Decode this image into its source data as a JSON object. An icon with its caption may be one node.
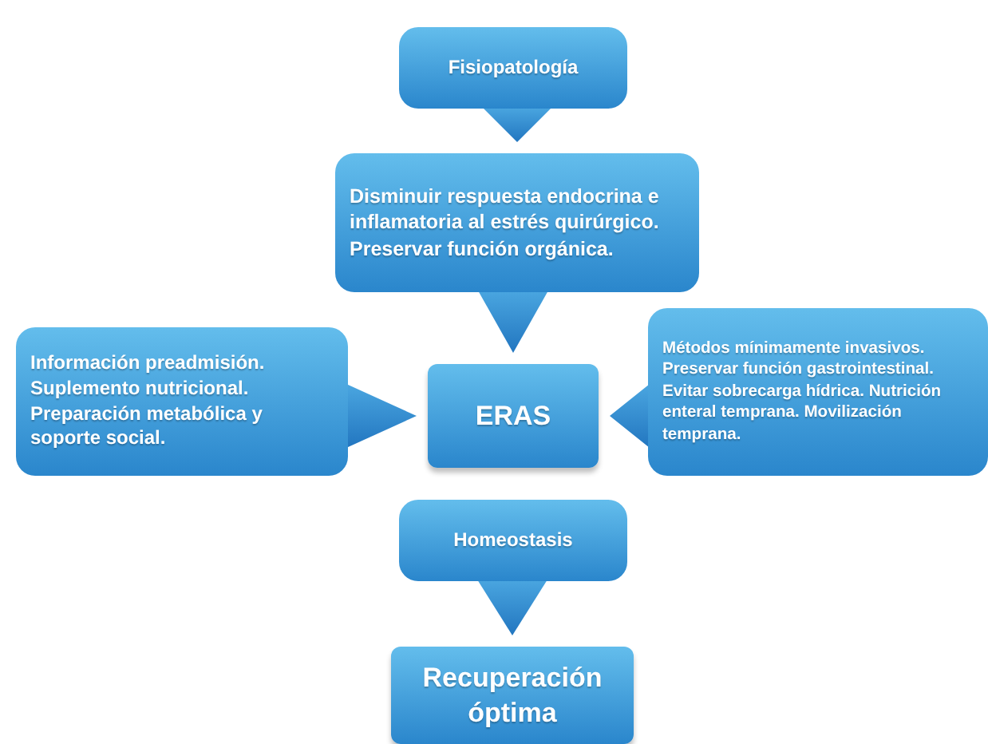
{
  "diagram": {
    "nodes": [
      {
        "text": [
          "Fisiopatología"
        ]
      },
      {
        "text": [
          "Disminuir respuesta endocrina e inflamatoria al estrés quirúrgico. Preservar función orgánica."
        ]
      },
      {
        "text": [
          "Información preadmisión. Suplemento nutricional. Preparación metabólica y soporte social."
        ]
      },
      {
        "text": [
          "ERAS"
        ]
      },
      {
        "text": [
          "Métodos mínimamente invasivos. Preservar función gastrointestinal. Evitar sobrecarga hídrica. Nutrición enteral temprana. Movilización temprana."
        ]
      },
      {
        "text": [
          "Homeostasis"
        ]
      },
      {
        "text": [
          "Recuperación óptima"
        ]
      }
    ],
    "edges": [
      {
        "from": 0,
        "to": 1,
        "arrow": "to"
      },
      {
        "from": 1,
        "to": 3,
        "arrow": "to"
      },
      {
        "from": 2,
        "to": 3,
        "arrow": "to"
      },
      {
        "from": 4,
        "to": 3,
        "arrow": "to"
      },
      {
        "from": 5,
        "to": 6,
        "arrow": "to"
      }
    ]
  }
}
